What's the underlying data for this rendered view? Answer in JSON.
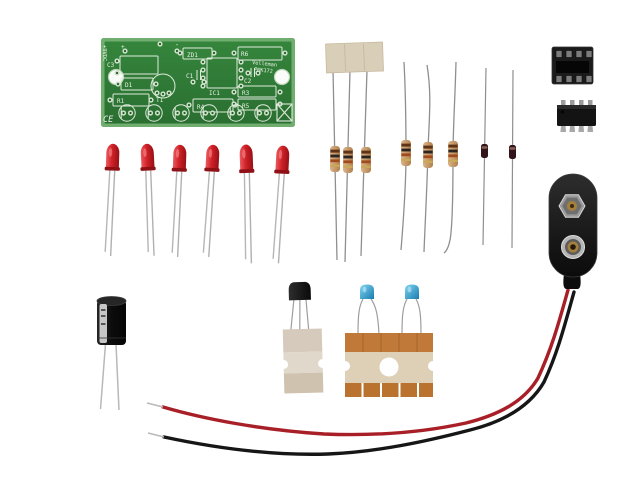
{
  "meta": {
    "description": "Photo of an unassembled Velleman electronics kit laid out on a white background: printed circuit board, six red LEDs, resistors, diodes, IC with DIP socket, capacitors, transistor on card and a 9 V battery snap with red and black leads"
  },
  "pcb": {
    "brand": "Velleman",
    "model": "PMK172",
    "power_label": "+9VDC",
    "plus_mark": "+",
    "minus_mark": "-",
    "ce_mark": "CE",
    "refs": {
      "c3": "C3",
      "zd1": "ZD1",
      "r6": "R6",
      "c1": "C1",
      "ic1": "IC1",
      "c2": "C2",
      "d1": "D1",
      "t1": "T1",
      "r1": "R1",
      "r3": "R3",
      "r4": "R4",
      "r5": "R5"
    },
    "led_footprints": 6,
    "color": "#2f7d36"
  },
  "components": {
    "leds": {
      "name": "red LED",
      "count": 6,
      "color": "#c8211f"
    },
    "taped_resistors": {
      "name": "resistors on paper tape",
      "count": 3
    },
    "loose_resistors": {
      "name": "carbon film resistors",
      "count": 3
    },
    "diodes": {
      "name": "small signal diodes",
      "count": 2
    },
    "ic_socket": {
      "name": "8-pin DIP IC socket",
      "count": 1
    },
    "ic_chip": {
      "name": "8-pin DIP IC",
      "count": 1
    },
    "electrolytic_capacitor": {
      "name": "electrolytic capacitor",
      "count": 1
    },
    "transistor": {
      "name": "TO-92 transistor on card",
      "count": 1
    },
    "ceramic_capacitors": {
      "name": "blue ceramic capacitors on card",
      "count": 2,
      "color": "#2e9fd6"
    },
    "battery_snap": {
      "name": "9 V battery snap with leads",
      "count": 1,
      "wire_colors": [
        "red",
        "black"
      ]
    }
  },
  "colors": {
    "background": "#ffffff",
    "pcb_green": "#2f7d36",
    "silkscreen": "#e8f1e4",
    "led_red": "#c8211f",
    "wire_red": "#a81f27",
    "wire_black": "#161616",
    "card_brown": "#c07938",
    "tape_beige": "#dccfb4",
    "resistor_body": "#c59a6e",
    "cap_blue": "#2e9fd6"
  }
}
